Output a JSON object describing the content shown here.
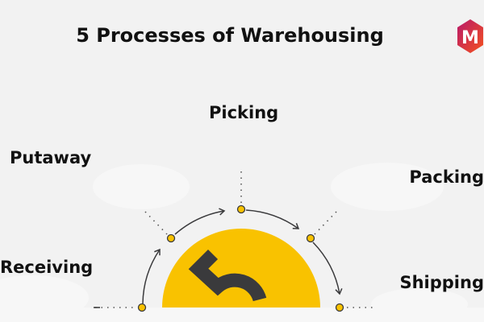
{
  "title": "5 Processes of Warehousing",
  "center_number": "5",
  "steps": [
    {
      "label": "Receiving"
    },
    {
      "label": "Putaway"
    },
    {
      "label": "Picking"
    },
    {
      "label": "Packing"
    },
    {
      "label": "Shipping"
    }
  ],
  "logo": {
    "letter": "M"
  },
  "colors": {
    "accent": "#f9c200",
    "dark": "#3a3a3c",
    "logo_start": "#c2185b",
    "logo_end": "#f4511e"
  }
}
